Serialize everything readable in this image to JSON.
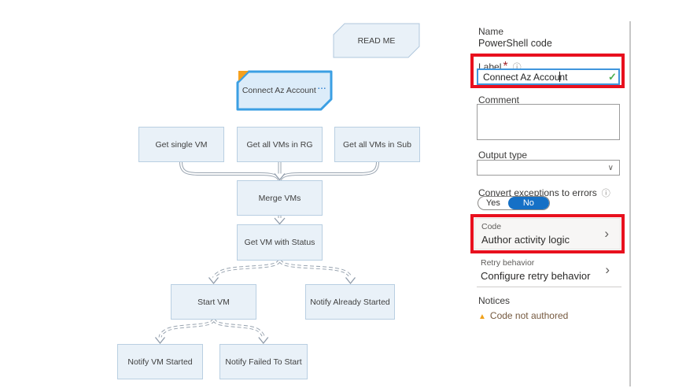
{
  "canvas": {
    "nodes": {
      "read_me": {
        "label": "READ ME"
      },
      "connect_az_account": {
        "label": "Connect Az Account"
      },
      "get_single_vm": {
        "label": "Get single VM"
      },
      "get_all_vms_in_rg": {
        "label": "Get all VMs in RG"
      },
      "get_all_vms_in_sub": {
        "label": "Get all VMs in Sub"
      },
      "merge_vms": {
        "label": "Merge VMs"
      },
      "get_vm_with_status": {
        "label": "Get VM with Status"
      },
      "start_vm": {
        "label": "Start VM"
      },
      "notify_already_started": {
        "label": "Notify Already Started"
      },
      "notify_vm_started": {
        "label": "Notify VM Started"
      },
      "notify_failed_to_start": {
        "label": "Notify Failed To Start"
      }
    }
  },
  "panel": {
    "name": {
      "label": "Name",
      "value": "PowerShell code"
    },
    "label_field": {
      "label": "Label",
      "required_mark": "*",
      "value": "Connect Az Account"
    },
    "comment": {
      "label": "Comment",
      "value": ""
    },
    "output_type": {
      "label": "Output type",
      "value": ""
    },
    "convert_exceptions": {
      "label": "Convert exceptions to errors",
      "yes": "Yes",
      "no": "No",
      "selected": "No"
    },
    "code_section": {
      "label": "Code",
      "value": "Author activity logic"
    },
    "retry_section": {
      "label": "Retry behavior",
      "value": "Configure retry behavior"
    },
    "notices": {
      "label": "Notices",
      "warning_text": "Code not authored"
    }
  },
  "icons": {
    "info": "ⓘ",
    "check": "✓",
    "chevron_down": "∨",
    "chevron_right": "›",
    "warning": "▲",
    "menu_dots": "..."
  },
  "colors": {
    "selection_blue": "#3b9fe3",
    "accent_blue": "#1570c6",
    "highlight_red": "#e8101e",
    "warning_orange": "#f0a11b",
    "node_fill": "#e9f1f8",
    "node_border": "#b9cfe2",
    "connector_gray": "#9aa5b1",
    "valid_green": "#4caf50"
  }
}
